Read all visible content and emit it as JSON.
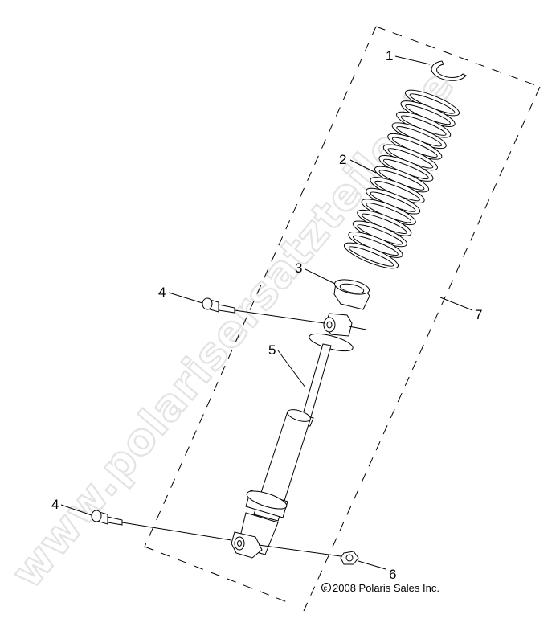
{
  "watermark": "www.polarisersatzteile.de",
  "callouts": {
    "c1": "1",
    "c2": "2",
    "c3": "3",
    "c4a": "4",
    "c4b": "4",
    "c5": "5",
    "c6": "6",
    "c7": "7"
  },
  "copyright_symbol": "c",
  "copyright_text": "2008 Polaris Sales Inc."
}
